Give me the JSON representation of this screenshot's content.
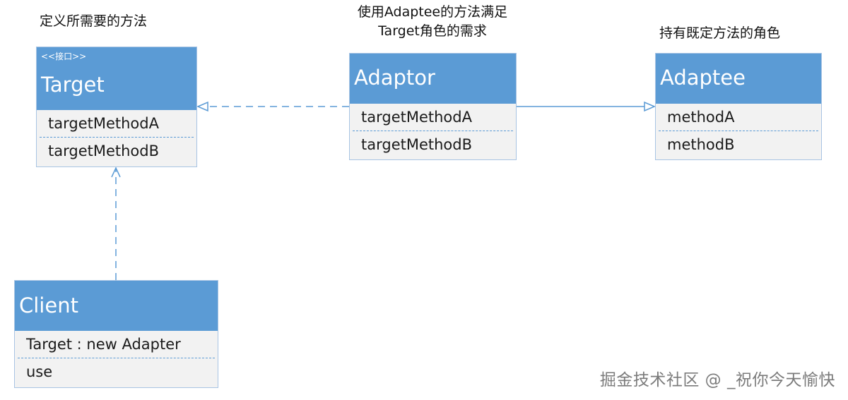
{
  "captions": {
    "target": "定义所需要的方法",
    "adaptor_line1": "使用Adaptee的方法满足",
    "adaptor_line2": "Target角色的需求",
    "adaptee": "持有既定方法的角色"
  },
  "classes": {
    "target": {
      "stereotype": "<<接口>>",
      "name": "Target",
      "members": [
        "targetMethodA",
        "targetMethodB"
      ]
    },
    "adaptor": {
      "name": "Adaptor",
      "members": [
        "targetMethodA",
        "targetMethodB"
      ]
    },
    "adaptee": {
      "name": "Adaptee",
      "members": [
        "methodA",
        "methodB"
      ]
    },
    "client": {
      "name": "Client",
      "members": [
        "Target : new Adapter",
        "use"
      ]
    }
  },
  "watermark": "掘金技术社区 @ _祝你今天愉快",
  "colors": {
    "header": "#5b9bd5",
    "body": "#f2f2f2",
    "border": "#a8c4e3",
    "connector": "#5b9bd5"
  }
}
